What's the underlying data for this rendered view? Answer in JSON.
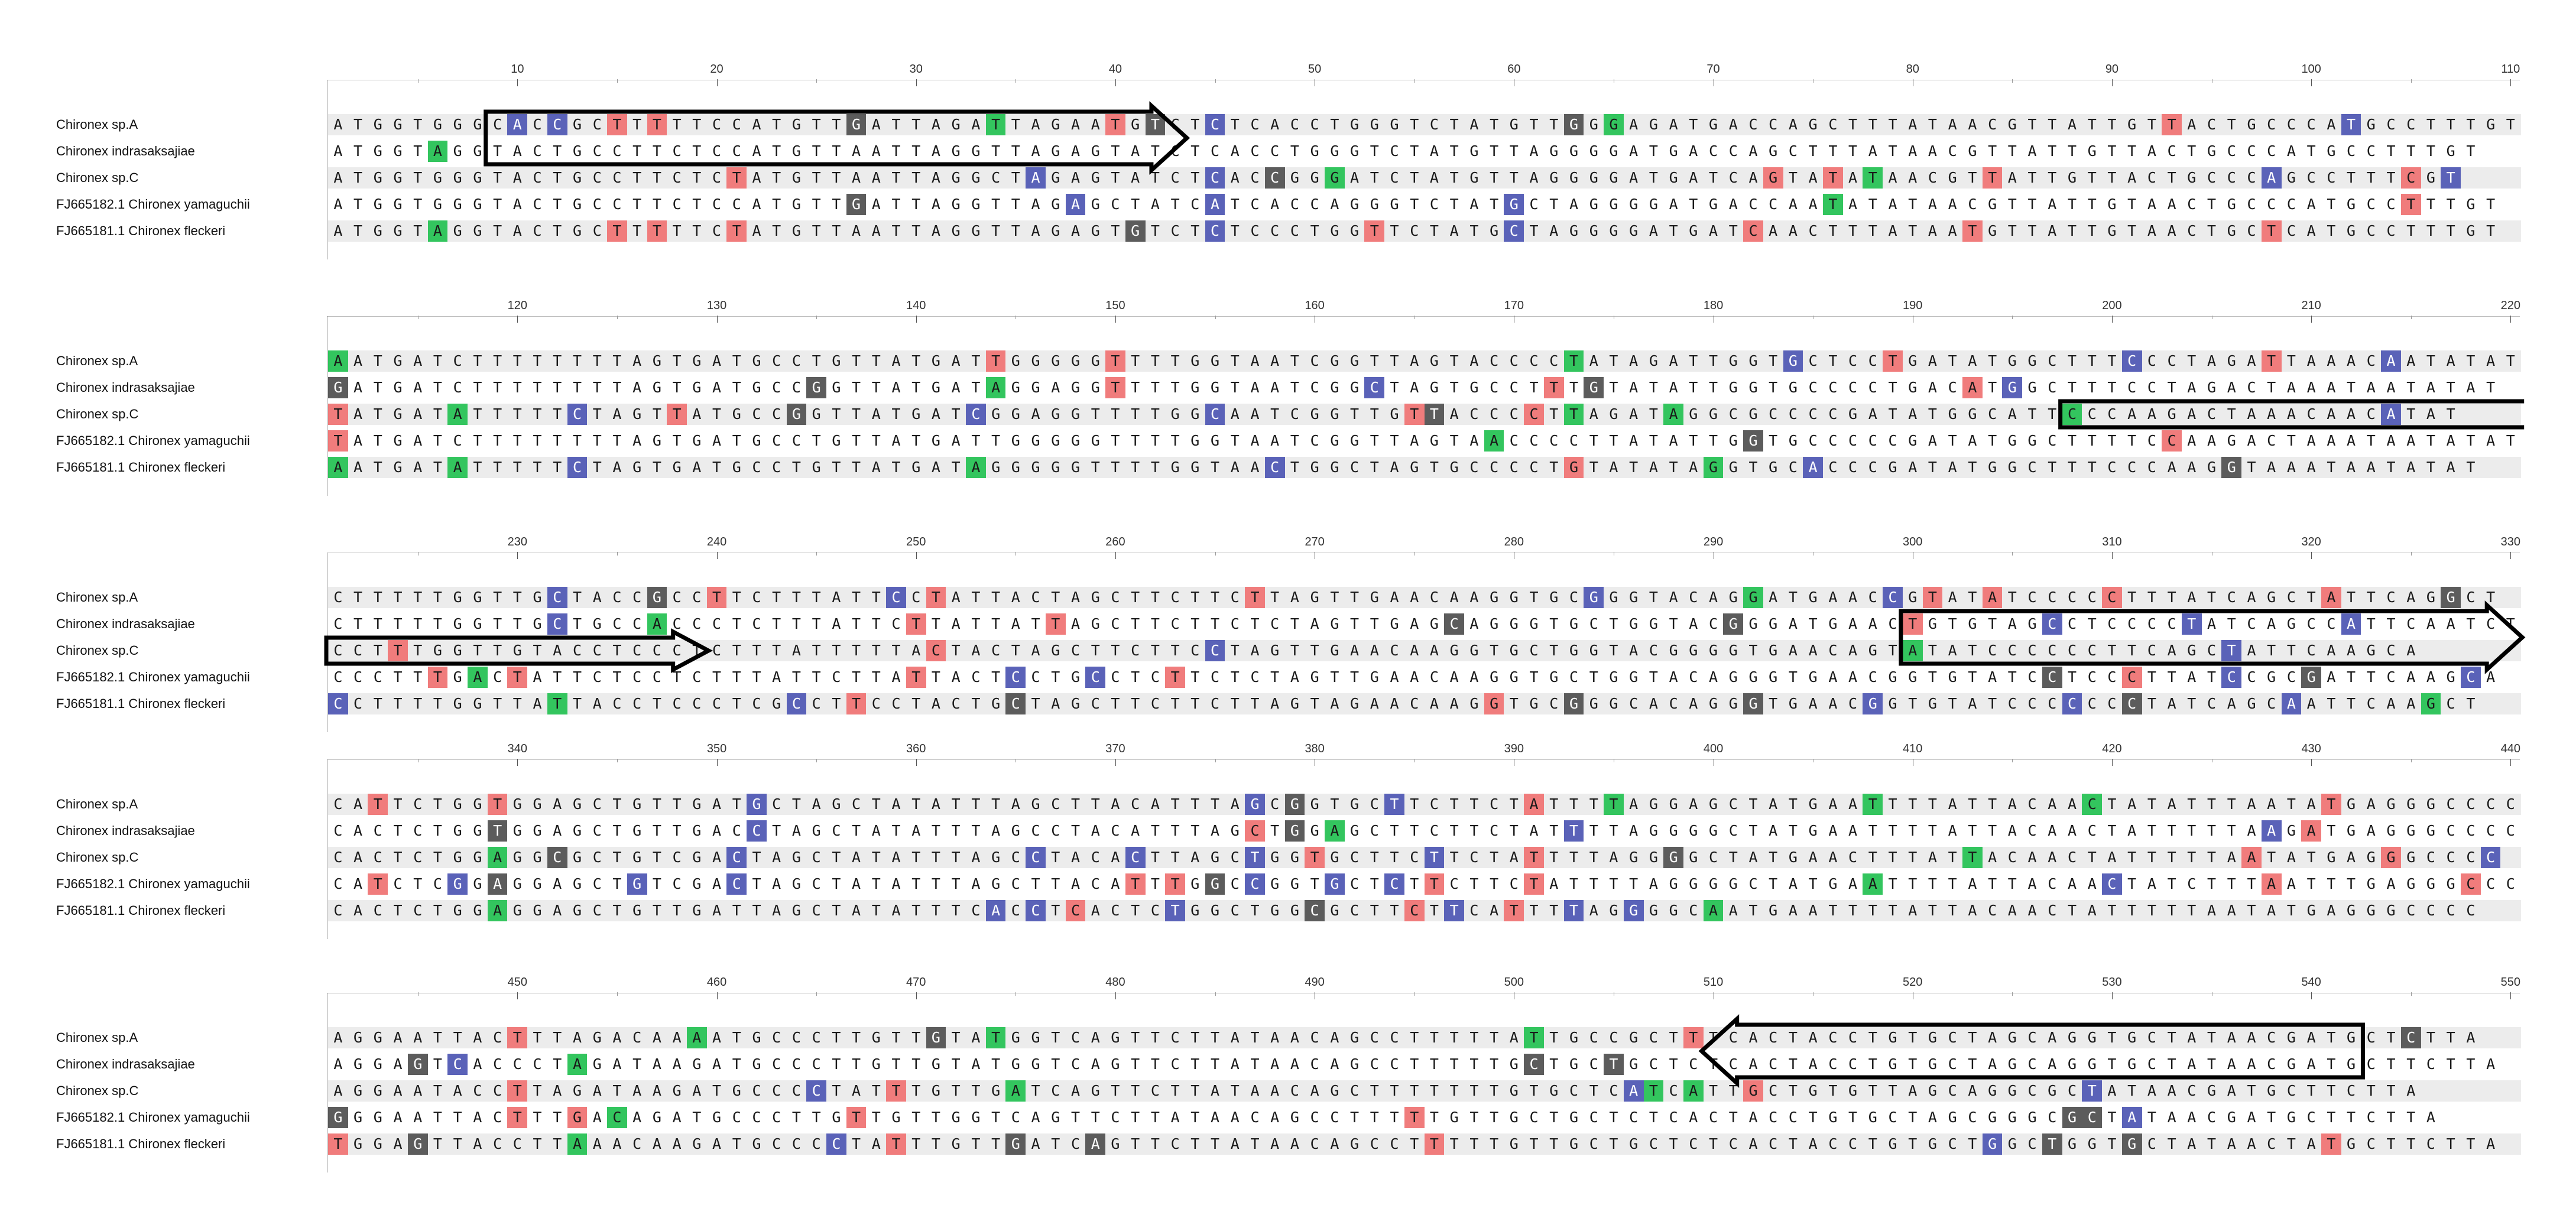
{
  "species": [
    "Chironex sp.A",
    "Chironex indrasaksajiae",
    "Chironex sp.C",
    "FJ665182.1 Chironex yamaguchii",
    "FJ665181.1 Chironex fleckeri"
  ],
  "colors": {
    "A": "#33c55e",
    "C": "#5a62b8",
    "G": "#5c5c5c",
    "T": "#f07c7c",
    "shade": "#ececec",
    "arrow": "#000000"
  },
  "blocks": [
    {
      "start": 1,
      "labels": [
        "10",
        "20",
        "30",
        "40",
        "50",
        "60",
        "70",
        "80",
        "90",
        "100",
        "110"
      ],
      "rows": [
        {
          "seq": "ATGGTGGGCACCGCTTTTTCCATGTTGATTAGATTAGAATGTCTCTCACCTGGGTCTATGTTGGGAGATGACCAGCTTTATAACGTTATTGTTACTGCCCATGCCTTTGT",
          "hl": {
            "10": "C",
            "12": "C",
            "15": "T",
            "17": "T",
            "27": "G",
            "34": "A",
            "40": "T",
            "42": "G",
            "45": "C",
            "63": "G",
            "65": "A",
            "93": "T",
            "102": "C"
          }
        },
        {
          "seq": "ATGGTAGGTACTGCCTTCTCCATGTTAATTAGGTTAGAGTATCTCACCTGGGTCTATGTTAGGGGATGACCAGCTTTATAACGTTATTGTTACTGCCCATGCCTTTGT",
          "hl": {
            "6": "A"
          }
        },
        {
          "seq": "ATGGTGGGTACTGCCTTCTCTATGTTAATTAGGCTAGAGTATCTCACCGGGATCTATGTTAGGGGATGATCAGTATATAACGTTATTGTTACTGCCCAGCCTTTCGT",
          "hl": {
            "21": "T",
            "36": "C",
            "45": "C",
            "48": "G",
            "51": "A",
            "73": "T",
            "76": "T",
            "78": "A",
            "84": "T",
            "98": "C",
            "105": "T",
            "107": "C"
          }
        },
        {
          "seq": "ATGGTGGGTACTGCCTTCTCCATGTTGATTAGGTTAGAGCTATCATCACCAGGGTCTATGCTAGGGGATGACCAATATATAACGTTATTGTAACTGCCCATGCCTTTGT",
          "hl": {
            "27": "G",
            "38": "C",
            "45": "C",
            "60": "C",
            "76": "A",
            "105": "T"
          }
        },
        {
          "seq": "ATGGTAGGTACTGCTTTTTCTATGTTAATTAGGTTAGAGTGTCTCTCCCTGGTTCTATGCTAGGGGATGATCAACTTTATAATGTTATTGTAACTGCTCATGCCTTTGT",
          "hl": {
            "6": "A",
            "15": "T",
            "17": "T",
            "21": "T",
            "41": "G",
            "45": "C",
            "53": "T",
            "60": "C",
            "72": "T",
            "83": "T",
            "98": "T"
          }
        }
      ]
    },
    {
      "start": 111,
      "labels": [
        "120",
        "130",
        "140",
        "150",
        "160",
        "170",
        "180",
        "190",
        "200",
        "210",
        "220"
      ],
      "rows": [
        {
          "seq": "AATGATCTTTTTTTTAGTGATGCCTGTTATGATTGGGGGTTTTGGTAATCGGTTAGTACCCCTATAGATTGGTGCTCCTGATATGGCTTTCCCTAGATTAAACAATATAT",
          "hl": {
            "1": "A",
            "34": "T",
            "40": "T",
            "63": "A",
            "74": "C",
            "79": "T",
            "91": "C",
            "98": "T",
            "104": "C"
          }
        },
        {
          "seq": "GATGATCTTTTTTTTAGTGATGCCGGTTATGATAGGAGGTTTTGGTAATCGGCTAGTGCCTTTGTATATTGGTGCCCCTGACATGGCTTTCCTAGACTAAATAATATAT",
          "hl": {
            "1": "G",
            "25": "G",
            "34": "A",
            "40": "T",
            "53": "C",
            "62": "T",
            "64": "G",
            "83": "T",
            "85": "C"
          }
        },
        {
          "seq": "TATGATATTTTTCTAGTTATGCCGGTTATGATCGGAGGTTTTGGCAATCGGTTGTTACCCCTTAGATAGGCGCCCCGATATGGCATTCCCAAGACTAAACAACATAT",
          "hl": {
            "1": "T",
            "7": "A",
            "13": "C",
            "18": "T",
            "24": "G",
            "33": "C",
            "45": "C",
            "55": "T",
            "56": "G",
            "61": "T",
            "63": "A",
            "68": "A",
            "88": "A",
            "104": "C"
          }
        },
        {
          "seq": "TATGATCTTTTTTTTAGTGATGCCTGTTATGATTGGGGGTTTTGGTAATCGGTTAGTAACCCCTTATATTGGTGCCCCCGATATGGCTTTTCCAAGACTAAATAATATAT",
          "hl": {
            "1": "T",
            "59": "A",
            "72": "G",
            "93": "T"
          }
        },
        {
          "seq": "AATGATATTTTTCTAGTGATGCCTGTTATGATAGGGGGTTTTGGTAACTGGCTAGTGCCCCTGTATATAGGTGCACCCGATATGGCTTTCCCAAGGTAAATAATATAT",
          "hl": {
            "1": "A",
            "7": "A",
            "13": "C",
            "33": "A",
            "48": "C",
            "63": "T",
            "70": "A",
            "75": "C",
            "96": "G"
          }
        }
      ]
    },
    {
      "start": 221,
      "labels": [
        "230",
        "240",
        "250",
        "260",
        "270",
        "280",
        "290",
        "300",
        "310",
        "320",
        "330"
      ],
      "rows": [
        {
          "seq": "CTTTTTGGTTGCTACCGCCTTCTTTATTCCTATTACTAGCTTCTTCTTAGTTGAACAAGGTGCGGGTACAGGATGAACCGTATATCCCCCTTTATCAGCTATTCAGGCT",
          "hl": {
            "12": "C",
            "17": "G",
            "20": "T",
            "29": "C",
            "31": "T",
            "47": "T",
            "64": "C",
            "72": "A",
            "79": "C",
            "81": "T",
            "84": "T",
            "90": "T",
            "101": "T",
            "107": "G",
            "110": "T"
          }
        },
        {
          "seq": "CTTTTTGGTTGCTGCCACCCTCTTTATTCTTATTATTAGCTTCTTCTCTAGTTGAGCAGGGTGCTGGTACGGGATGAACTGTGTAGCCTCCCCTATCAGCCATTCAATCT",
          "hl": {
            "12": "C",
            "17": "A",
            "30": "T",
            "37": "T",
            "57": "G",
            "71": "G",
            "80": "T",
            "87": "C",
            "94": "C",
            "102": "C"
          }
        },
        {
          "seq": "CCTTTGGTTGTACCTCCCTCTTTATTTTTACTACTAGCTTCTTCCTAGTTGAACAAGGTGCTGGTACGGGGTGAACAGTATATCCCCCCTTCAGCTATTCAAGCA",
          "hl": {
            "4": "T",
            "31": "T",
            "45": "C",
            "80": "A",
            "96": "C",
            "110": "A"
          }
        },
        {
          "seq": "CCCTTTGACTATTCTCCTCTTTATTCTTATTACTCCTGCCTCTTCTCTAGTTGAACAAGGTGCTGGTACAGGGTGAACGGTGTATCCTCCCTTATCCGCGATTCAAGCA",
          "hl": {
            "6": "T",
            "8": "A",
            "10": "T",
            "30": "T",
            "35": "C",
            "39": "C",
            "43": "T",
            "87": "G",
            "91": "T",
            "96": "C",
            "100": "G",
            "108": "C",
            "110": "A"
          }
        },
        {
          "seq": "CCTTTTGGTTATTACCTCCCTCGCCTTCCTACTGCTAGCTTCTTCTTAGTAGAACAAGGTGCGGGCACAGGGTGAACGGTGTATCCCCCCCTATCAGCAATTCAAGCT",
          "hl": {
            "1": "C",
            "12": "A",
            "24": "C",
            "27": "T",
            "35": "G",
            "59": "T",
            "63": "G",
            "72": "G",
            "78": "C",
            "88": "C",
            "91": "G",
            "99": "C",
            "106": "A",
            "110": "T"
          }
        }
      ]
    },
    {
      "start": 331,
      "labels": [
        "340",
        "350",
        "360",
        "370",
        "380",
        "390",
        "400",
        "410",
        "420",
        "430",
        "440"
      ],
      "rows": [
        {
          "seq": "CATTCTGGTGGAGCTGTTGATGCTAGCTATATTTAGCTTACATTTAGCGGTGCTTCTTCTATTTTAGGAGCTATGAATTTTATTACAACTATATTTAATATGAGGGCCCC",
          "hl": {
            "3": "T",
            "9": "T",
            "22": "C",
            "47": "C",
            "49": "G",
            "54": "C",
            "61": "T",
            "65": "A",
            "78": "A",
            "89": "A",
            "101": "T"
          }
        },
        {
          "seq": "CACTCTGGTGGAGCTGTTGACCTAGCTATATTTAGCCTACATTTAGCTGGAGCTTCTTCTATTTTAGGGGCTATGAATTTTATTACAACTATTTTTAAGATGAGGGCCCC",
          "hl": {
            "9": "G",
            "22": "C",
            "47": "T",
            "49": "G",
            "51": "A",
            "63": "C",
            "98": "C",
            "100": "T"
          }
        },
        {
          "seq": "CACTCTGGAGGCGCTGTCGACTAGCTATATTTAGCCTACACTTAGCTGGTGCTTCTTCTATTTTAGGGGCTATGAACTTTATTACAACTATTTTTAATATGAGGGCCCC",
          "hl": {
            "9": "A",
            "12": "G",
            "21": "C",
            "36": "C",
            "41": "C",
            "47": "C",
            "50": "T",
            "56": "C",
            "61": "T",
            "68": "G",
            "83": "A",
            "97": "T",
            "104": "T",
            "109": "C"
          }
        },
        {
          "seq": "CATCTCGGAGGAGCTGTCGACTAGCTATATTTAGCTTACATTTGGCCGGTGCTCTTCTTCTATTTTAGGGGCTATGAATTTTATTACAACTATCTTTAATTTGAGGGCCCC",
          "hl": {
            "3": "T",
            "7": "C",
            "9": "G",
            "16": "C",
            "21": "C",
            "41": "T",
            "43": "T",
            "45": "G",
            "47": "C",
            "51": "C",
            "54": "C",
            "56": "T",
            "61": "T",
            "78": "A",
            "90": "C",
            "98": "T",
            "108": "T"
          }
        },
        {
          "seq": "CACTCTGGAGGAGCTGTTGATTAGCTATATTTCACCTCACTCTGGCTGGCGCTTCTTCATTTTAGGGGCAATGAATTTTATTACAACTATTTTTAATATGAGGGCCCC",
          "hl": {
            "9": "A",
            "34": "C",
            "36": "C",
            "38": "T",
            "43": "C",
            "50": "G",
            "55": "T",
            "57": "C",
            "60": "T",
            "63": "C",
            "66": "C",
            "70": "A"
          }
        }
      ]
    },
    {
      "start": 441,
      "labels": [
        "450",
        "460",
        "470",
        "480",
        "490",
        "500",
        "510",
        "520",
        "530",
        "540",
        "550"
      ],
      "rows": [
        {
          "seq": "AGGAATTACTTTAGACAAAATGCCCTTGTTGTATGGTCAGTTCTTATAACAGCCTTTTTATTGCCGCTTTCACTACCTGTGCTAGCAGGTGCTATAACGATGCTCTTA",
          "hl": {
            "10": "T",
            "19": "A",
            "31": "G",
            "34": "A",
            "61": "A",
            "69": "T",
            "105": "G"
          }
        },
        {
          "seq": "AGGAGTCACCCTAGATAAGATGCCCTTGTTGTATGGTCAGTTCTTATAACAGCCTTTTTGCTGCTGCTCTCACTACCTGTGCTAGCAGGTGCTATAACGATGCTTCTTA",
          "hl": {
            "5": "G",
            "7": "C",
            "13": "A",
            "61": "G",
            "65": "G"
          }
        },
        {
          "seq": "AGGAATACCTTAGATAAGATGCCCCTATTTGTTGATCAGTTCTTATAACAGCTTTTTTTGTGCTCATCATTGCTGTGTTAGCAGGCGCTATAACGATGCTTCTTA",
          "hl": {
            "10": "T",
            "25": "C",
            "29": "T",
            "35": "A",
            "66": "C",
            "67": "A",
            "69": "A",
            "72": "T",
            "89": "C"
          }
        },
        {
          "seq": "GGGAATTACTTTGACAGATGCCCTTGTTGTTGGTCAGTTCTTATAACAGCCTTTTTGTTGCTGCTCTCACTACCTGTGCTAGCGGGCGCTATAACGATGCTTCTTA",
          "hl": {
            "1": "G",
            "10": "T",
            "13": "T",
            "15": "A",
            "27": "T",
            "55": "T",
            "88": "G",
            "89": "G",
            "91": "C"
          }
        },
        {
          "seq": "TGGAGTTACCTTAAACAAGATGCCCCTATTTGTTGATCAGTTCTTATAACAGCCTTTTTGTTGCTGCTCTCACTACCTGTGCTGGCTGGTGCTATAACTATGCTTCTTA",
          "hl": {
            "1": "T",
            "5": "G",
            "13": "A",
            "26": "C",
            "29": "T",
            "35": "G",
            "39": "G",
            "56": "T",
            "84": "C",
            "87": "G",
            "91": "G",
            "101": "T"
          }
        }
      ]
    }
  ],
  "arrows": [
    {
      "kind": "forward",
      "block": 0,
      "rows": [
        0,
        1
      ],
      "from": 9,
      "to": 44
    },
    {
      "kind": "forward",
      "block": 2,
      "rows": [
        2,
        2
      ],
      "from": 221,
      "to": 240,
      "continued_from": [
        1,
        2,
        198
      ]
    },
    {
      "kind": "forward",
      "block": 2,
      "rows": [
        1,
        2
      ],
      "from": 300,
      "to": 331
    },
    {
      "kind": "reverse",
      "block": 4,
      "rows": [
        0,
        1
      ],
      "from": 510,
      "to": 543
    }
  ]
}
